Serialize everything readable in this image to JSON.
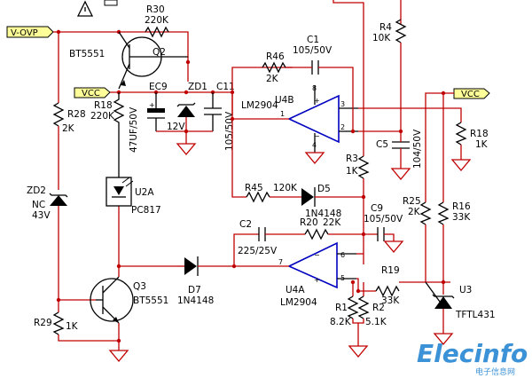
{
  "nets": {
    "v_ovp": "V-OVP",
    "vcc_left": "VCC",
    "vcc_right": "VCC"
  },
  "components": {
    "r30": {
      "ref": "R30",
      "value": "220K"
    },
    "q2": {
      "ref": "Q2",
      "part": "BT5551"
    },
    "r28": {
      "ref": "R28",
      "value": "2K"
    },
    "r18": {
      "ref": "R18",
      "value": "220K"
    },
    "ec9": {
      "ref": "EC9",
      "value": "47UF/50V"
    },
    "zd1": {
      "ref": "ZD1",
      "value": "12V"
    },
    "c11": {
      "ref": "C11",
      "value": "105/50V"
    },
    "zd2": {
      "ref": "ZD2",
      "value": "NC",
      "voltage": "43V"
    },
    "u2a": {
      "ref": "U2A",
      "part": "PC817"
    },
    "q3": {
      "ref": "Q3",
      "part": "BT5551"
    },
    "r29": {
      "ref": "R29",
      "value": "1K"
    },
    "d7": {
      "ref": "D7",
      "part": "1N4148"
    },
    "r46": {
      "ref": "R46",
      "value": "2K"
    },
    "c1": {
      "ref": "C1",
      "value": "105/50V"
    },
    "u4b": {
      "ref": "U4B",
      "part": "LM2904",
      "pin_in_pos": "3",
      "pin_in_neg": "2",
      "pin_out": "1",
      "pin_gnd": "4",
      "pin_vcc": "8"
    },
    "r45": {
      "ref": "R45",
      "value": "120K"
    },
    "d5": {
      "ref": "D5",
      "part": "1N4148"
    },
    "c2": {
      "ref": "C2",
      "value": "225/25V"
    },
    "r20": {
      "ref": "R20",
      "value": "22K"
    },
    "c9": {
      "ref": "C9",
      "value": "105/50V"
    },
    "u4a": {
      "ref": "U4A",
      "part": "LM2904",
      "pin_in_pos": "5",
      "pin_in_neg": "6",
      "pin_out": "7"
    },
    "r3": {
      "ref": "R3",
      "value": "1K"
    },
    "r4": {
      "ref": "R4",
      "value": "10K"
    },
    "c5": {
      "ref": "C5",
      "value": "104/50V"
    },
    "r18b": {
      "ref": "R18",
      "value": "1K"
    },
    "r25": {
      "ref": "R25",
      "value": "2K"
    },
    "r16": {
      "ref": "R16",
      "value": "33K"
    },
    "r19": {
      "ref": "R19",
      "value": "33K"
    },
    "r1": {
      "ref": "R1",
      "value": "8.2K"
    },
    "r2": {
      "ref": "R2",
      "value": "5.1K"
    },
    "u3": {
      "ref": "U3",
      "part": "TFTL431"
    }
  },
  "watermark": {
    "brand": "Elecinfo",
    "subtitle": "电子信息网"
  },
  "colors": {
    "wire": "#c00000",
    "component": "#000000",
    "net_label_fill": "#ffff99",
    "watermark": "#1a7fd0"
  }
}
